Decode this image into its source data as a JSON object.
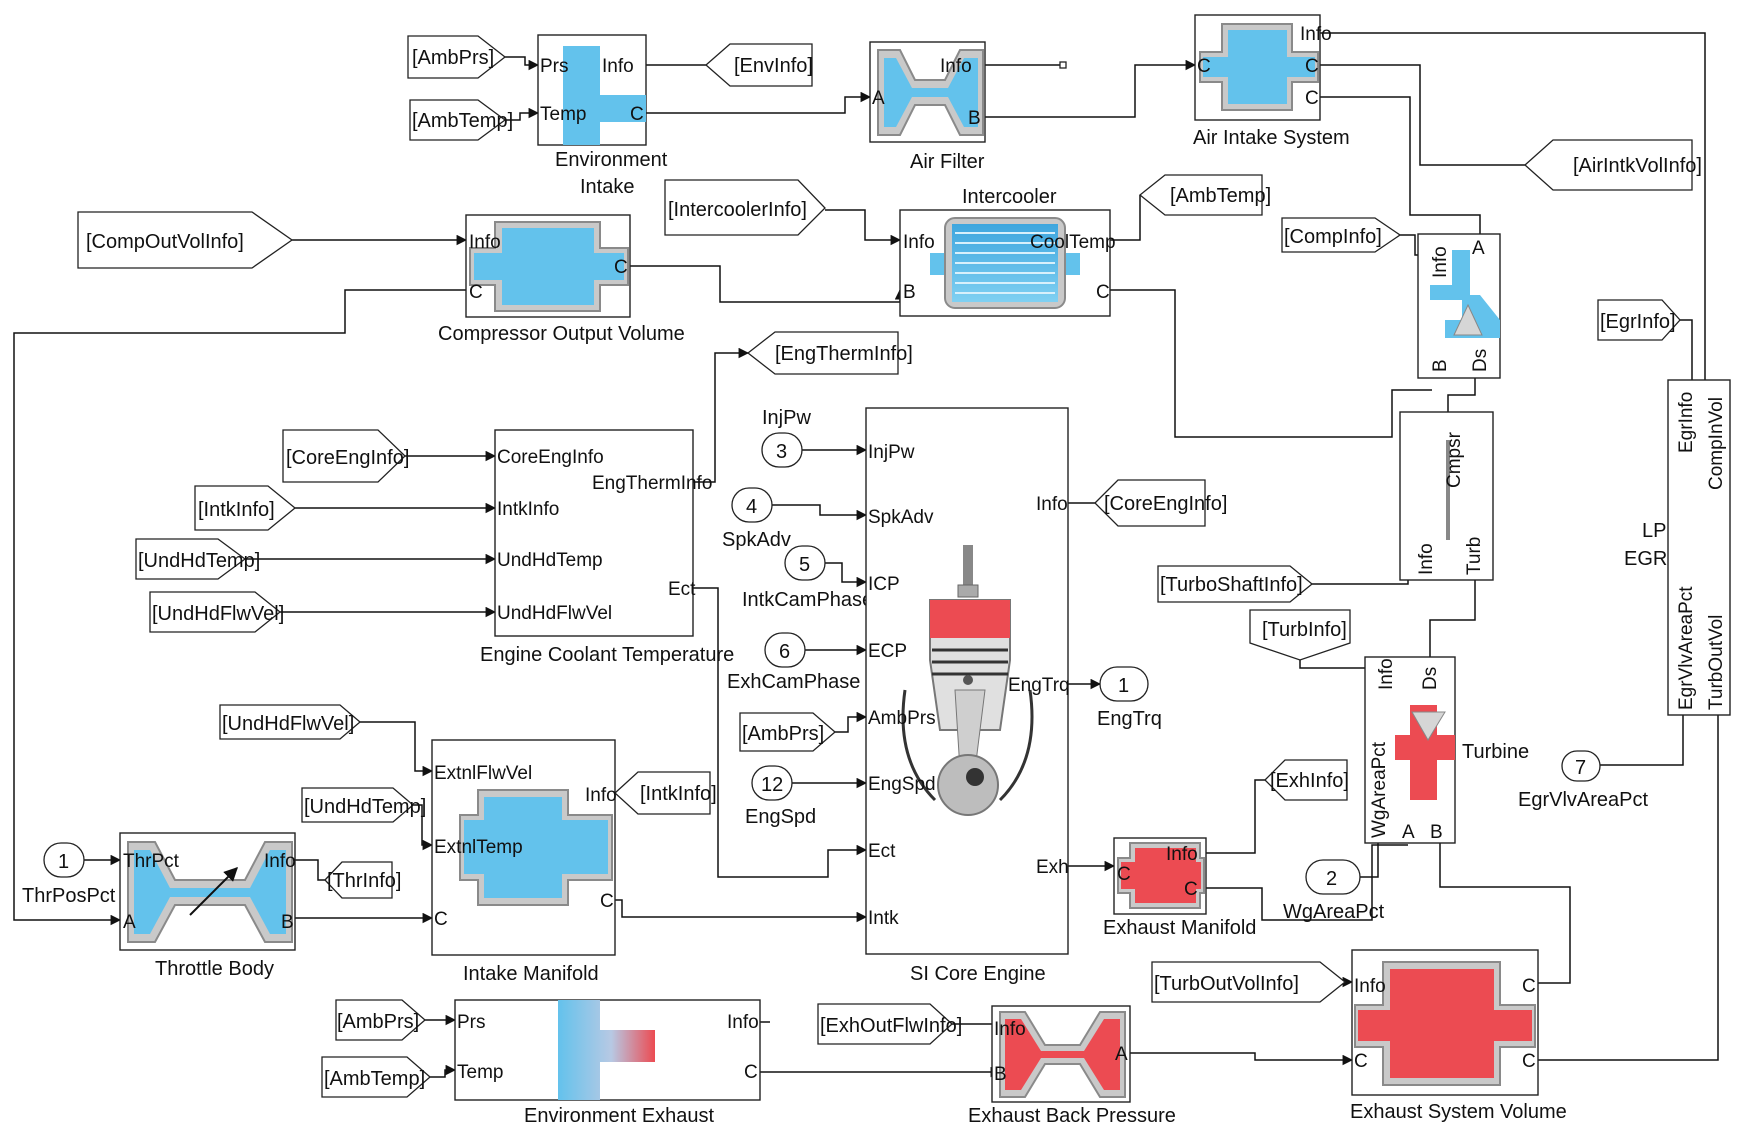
{
  "blocks": {
    "env_intake": {
      "caption": "Environment",
      "caption2": "Intake",
      "ports": {
        "prs": "Prs",
        "temp": "Temp",
        "info": "Info",
        "c": "C"
      }
    },
    "air_filter": {
      "caption": "Air Filter",
      "ports": {
        "a": "A",
        "info": "Info",
        "b": "B"
      }
    },
    "air_intake_system": {
      "caption": "Air Intake System",
      "ports": {
        "c_in": "C",
        "info": "Info",
        "c1": "C",
        "c2": "C"
      }
    },
    "intercooler": {
      "caption": "Intercooler",
      "ports": {
        "info": "Info",
        "b": "B",
        "cooltemp": "CoolTemp",
        "c": "C"
      }
    },
    "comp_out_vol": {
      "caption": "Compressor Output Volume",
      "ports": {
        "info": "Info",
        "c_in": "C",
        "c_out": "C"
      }
    },
    "compressor": {
      "ports": {
        "info": "Info",
        "a": "A",
        "b": "B",
        "ds": "Ds"
      }
    },
    "shaft": {
      "ports": {
        "cmpsr": "Cmpsr",
        "info": "Info",
        "turb": "Turb"
      }
    },
    "coolant": {
      "caption": "Engine Coolant Temperature",
      "ports": {
        "coreenginfo": "CoreEngInfo",
        "intkinfo": "IntkInfo",
        "undhdtemp": "UndHdTemp",
        "undhdflwvel": "UndHdFlwVel",
        "engtherminfo": "EngThermInfo",
        "ect": "Ect"
      }
    },
    "si_core": {
      "caption": "SI Core Engine",
      "ports": {
        "injpw": "InjPw",
        "spkadv": "SpkAdv",
        "icp": "ICP",
        "ecp": "ECP",
        "ambprs": "AmbPrs",
        "engspd": "EngSpd",
        "ect": "Ect",
        "intk": "Intk",
        "info": "Info",
        "engtrq": "EngTrq",
        "exh": "Exh"
      }
    },
    "intake_manifold": {
      "caption": "Intake Manifold",
      "ports": {
        "extnlflwvel": "ExtnlFlwVel",
        "extnltemp": "ExtnlTemp",
        "info": "Info",
        "c_left": "C",
        "c_right": "C"
      }
    },
    "throttle": {
      "caption": "Throttle Body",
      "ports": {
        "thrpct": "ThrPct",
        "info": "Info",
        "a": "A",
        "b": "B"
      }
    },
    "exh_manifold": {
      "caption": "Exhaust Manifold",
      "ports": {
        "c_left": "C",
        "info": "Info",
        "c_right": "C"
      }
    },
    "turbine": {
      "caption": "Turbine",
      "ports": {
        "info": "Info",
        "ds": "Ds",
        "wgareapct": "WgAreaPct",
        "a": "A",
        "b": "B"
      }
    },
    "lp_egr": {
      "caption": "LP",
      "caption2": "EGR",
      "ports": {
        "egrinfo": "EgrInfo",
        "compinvol": "CompInVol",
        "egrvlvareapct": "EgrVlvAreaPct",
        "turboutvol": "TurbOutVol"
      }
    },
    "env_exhaust": {
      "caption": "Environment Exhaust",
      "ports": {
        "prs": "Prs",
        "temp": "Temp",
        "info": "Info",
        "c": "C"
      }
    },
    "exh_back_pressure": {
      "caption": "Exhaust Back Pressure",
      "ports": {
        "info": "Info",
        "b": "B",
        "a": "A"
      }
    },
    "exh_sys_vol": {
      "caption": "Exhaust System Volume",
      "ports": {
        "info": "Info",
        "c_left": "C",
        "c_top": "C",
        "c_bottom": "C"
      }
    }
  },
  "tags": {
    "ambprs_intake": "[AmbPrs]",
    "ambtemp_intake": "[AmbTemp]",
    "envinfo": "[EnvInfo]",
    "airintkvolinfo": "[AirIntkVolInfo]",
    "intercoolerinfo": "[IntercoolerInfo]",
    "ambtemp_cooler": "[AmbTemp]",
    "compinfo": "[CompInfo]",
    "compoutvolinfo": "[CompOutVolInfo]",
    "engtherminfo": "[EngThermInfo]",
    "egrinfo": "[EgrInfo]",
    "coreenginfo_in": "[CoreEngInfo]",
    "intkinfo_in": "[IntkInfo]",
    "undhdtemp_in": "[UndHdTemp]",
    "undhdflwvel_in": "[UndHdFlwVel]",
    "coreenginfo_out": "[CoreEngInfo]",
    "turboshaftinfo": "[TurboShaftInfo]",
    "turbinfo": "[TurbInfo]",
    "undhdflwvel_im": "[UndHdFlwVel]",
    "undhdtemp_im": "[UndHdTemp]",
    "intkinfo_out": "[IntkInfo]",
    "ambprs_core": "[AmbPrs]",
    "exhinfo": "[ExhInfo]",
    "thrinfo": "[ThrInfo]",
    "turboutvolinfo": "[TurbOutVolInfo]",
    "ambprs_exh": "[AmbPrs]",
    "ambtemp_exh": "[AmbTemp]",
    "exhoutflwinfo": "[ExhOutFlwInfo]"
  },
  "ports_io": {
    "injpw": {
      "num": "3",
      "label": "InjPw"
    },
    "spkadv": {
      "num": "4",
      "label": "SpkAdv"
    },
    "intkcamphase": {
      "num": "5",
      "label": "IntkCamPhase"
    },
    "exhcamphase": {
      "num": "6",
      "label": "ExhCamPhase"
    },
    "engspd": {
      "num": "12",
      "label": "EngSpd"
    },
    "engtrq": {
      "num": "1",
      "label": "EngTrq"
    },
    "egrvlvareapct": {
      "num": "7",
      "label": "EgrVlvAreaPct"
    },
    "wgareapct": {
      "num": "2",
      "label": "WgAreaPct"
    },
    "thrpospct": {
      "num": "1",
      "label": "ThrPosPct"
    }
  },
  "colors": {
    "air": "#6cc6ee",
    "exhaust": "#ec4b52",
    "rim": "#c9c9c9",
    "line": "#111111"
  }
}
